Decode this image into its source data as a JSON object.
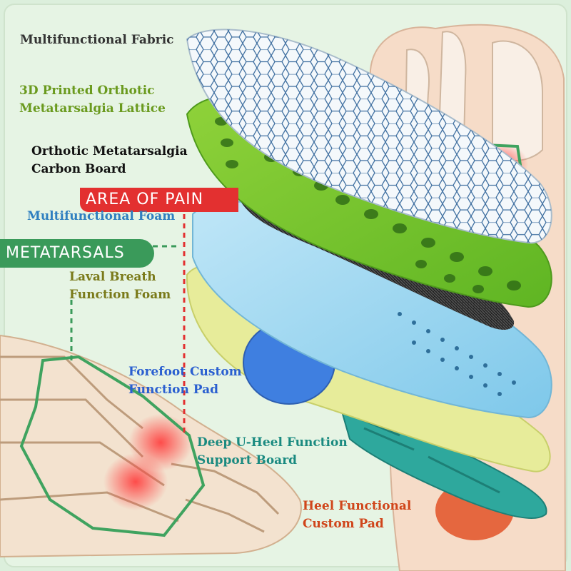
{
  "banners": {
    "area_of_pain": "AREA OF PAIN",
    "metatarsals": "METATARSALS"
  },
  "labels": {
    "fabric": "Multifunctional Fabric",
    "lattice_1": "3D Printed Orthotic",
    "lattice_2": "Metatarsalgia Lattice",
    "carbon_1": "Orthotic Metatarsalgia",
    "carbon_2": "Carbon Board",
    "foam": "Multifunctional Foam",
    "laval_1": "Laval Breath",
    "laval_2": "Function Foam",
    "forefoot_1": "Forefoot Custom",
    "forefoot_2": "Function Pad",
    "uheel_1": "Deep U-Heel Function",
    "uheel_2": "Support Board",
    "heel_1": "Heel Functional",
    "heel_2": "Custom Pad"
  },
  "colors": {
    "background": "#dcefdc",
    "fabric_label": "#333333",
    "lattice_label": "#6a9a1e",
    "carbon_label": "#111111",
    "foam_label": "#2f7fc0",
    "laval_label": "#7a7a1a",
    "forefoot_label": "#2a5fd0",
    "uheel_label": "#1a8a80",
    "heel_label": "#d0451a",
    "pain_red": "#e33030",
    "metatarsal_green": "#3a9a5a"
  }
}
